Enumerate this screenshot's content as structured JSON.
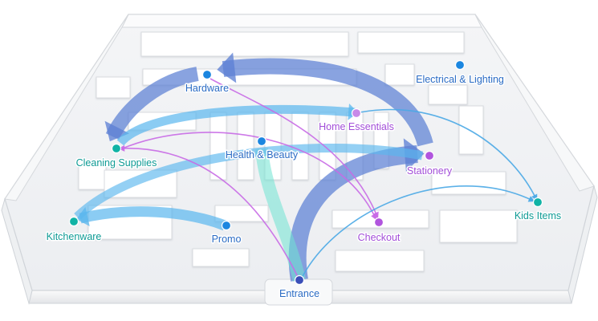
{
  "colors": {
    "blue_label": "#2a6bc4",
    "purple_label": "#a24ed8",
    "teal_label": "#0f9b95",
    "thick_blue": "#5c7fd4",
    "thick_teal": "#6fe3d2",
    "thick_lightblue": "#5ab7ee",
    "thin_purple": "#c86ae6",
    "thin_blue": "#4aa9e6",
    "node_darkblue": "#3a4fb8",
    "node_blue": "#1b86e0",
    "node_purple": "#b155de",
    "node_teal": "#10b3a5",
    "node_lilac": "#c88ae8"
  },
  "locations": [
    {
      "id": "hardware",
      "label": "Hardware",
      "node_color": "node_blue",
      "label_color": "blue_label"
    },
    {
      "id": "electrical",
      "label": "Electrical & Lighting",
      "node_color": "node_blue",
      "label_color": "blue_label"
    },
    {
      "id": "home",
      "label": "Home Essentials",
      "node_color": "node_lilac",
      "label_color": "purple_label"
    },
    {
      "id": "cleaning",
      "label": "Cleaning Supplies",
      "node_color": "node_teal",
      "label_color": "teal_label"
    },
    {
      "id": "health",
      "label": "Health & Beauty",
      "node_color": "node_blue",
      "label_color": "blue_label"
    },
    {
      "id": "stationery",
      "label": "Stationery",
      "node_color": "node_purple",
      "label_color": "purple_label"
    },
    {
      "id": "kids",
      "label": "Kids Items",
      "node_color": "node_teal",
      "label_color": "teal_label"
    },
    {
      "id": "kitchen",
      "label": "Kitchenware",
      "node_color": "node_teal",
      "label_color": "teal_label"
    },
    {
      "id": "promo",
      "label": "Promo",
      "node_color": "node_blue",
      "label_color": "blue_label"
    },
    {
      "id": "checkout",
      "label": "Checkout",
      "node_color": "node_purple",
      "label_color": "purple_label"
    },
    {
      "id": "entrance",
      "label": "Entrance",
      "node_color": "node_darkblue",
      "label_color": "blue_label"
    }
  ],
  "flows": [
    {
      "id": "entrance-stationery",
      "from": "entrance",
      "to": "stationery",
      "style": "thick_blue"
    },
    {
      "id": "stationery-hardware",
      "from": "stationery",
      "to": "hardware",
      "style": "thick_blue"
    },
    {
      "id": "hardware-cleaning",
      "from": "hardware",
      "to": "cleaning",
      "style": "thick_blue"
    },
    {
      "id": "entrance-health",
      "from": "entrance",
      "to": "health",
      "style": "thick_teal"
    },
    {
      "id": "cleaning-home",
      "from": "cleaning",
      "to": "home",
      "style": "thick_lightblue"
    },
    {
      "id": "promo-kitchen",
      "from": "promo",
      "to": "kitchen",
      "style": "thick_lightblue"
    },
    {
      "id": "stationery-kitchen",
      "from": "stationery",
      "to": "kitchen",
      "style": "thick_lightblue"
    },
    {
      "id": "entrance-cleaning",
      "from": "entrance",
      "to": "cleaning",
      "style": "thin_purple"
    },
    {
      "id": "hardware-checkout",
      "from": "hardware",
      "to": "checkout",
      "style": "thin_purple"
    },
    {
      "id": "cleaning-checkout",
      "from": "cleaning",
      "to": "checkout",
      "style": "thin_purple"
    },
    {
      "id": "home-kids",
      "from": "home",
      "to": "kids",
      "style": "thin_blue"
    },
    {
      "id": "entrance-kids",
      "from": "entrance",
      "to": "kids",
      "style": "thin_blue"
    }
  ]
}
